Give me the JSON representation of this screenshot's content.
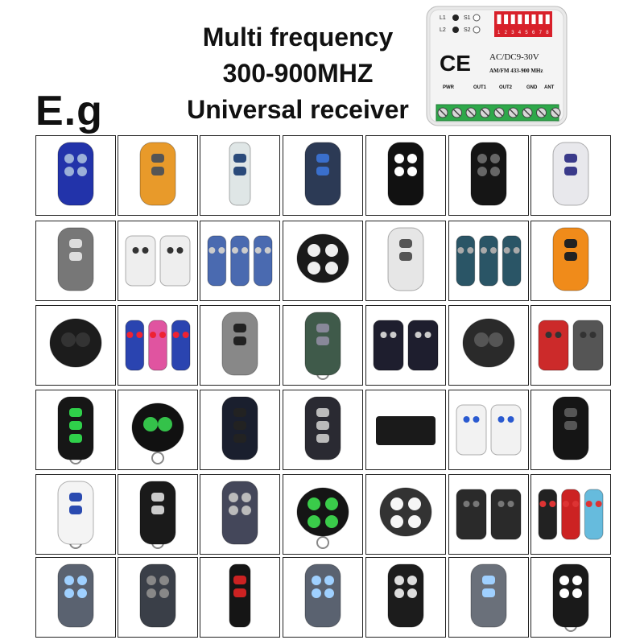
{
  "page": {
    "badge_text": "E.g",
    "headline": [
      "Multi frequency",
      "300-900MHZ",
      "Universal receiver"
    ]
  },
  "receiver": {
    "voltage_label": "AC/DC9-30V",
    "band_label": "AM/FM 433-900 MHz",
    "ce_mark": "CE",
    "led_labels": [
      "L1",
      "L2",
      "S1",
      "S2"
    ],
    "dip_labels": [
      "1",
      "2",
      "3",
      "4",
      "5",
      "6",
      "7",
      "8"
    ],
    "terminal_labels": [
      "PWR",
      "OUT1",
      "OUT2",
      "GND",
      "ANT"
    ]
  },
  "remote_grid": {
    "rows": 6,
    "cols": 7,
    "remotes": [
      {
        "kind": "blue-4",
        "body": "#2233aa",
        "btn": "#9bb0d8"
      },
      {
        "kind": "orange-2",
        "body": "#e89a2a",
        "btn": "#555"
      },
      {
        "kind": "slim-white",
        "body": "#dfe6e6",
        "btn": "#2a4a7a"
      },
      {
        "kind": "navy-2",
        "body": "#2c3a55",
        "btn": "#3a6fcc"
      },
      {
        "kind": "black-4-frame",
        "body": "#111",
        "btn": "#fff"
      },
      {
        "kind": "black-4",
        "body": "#151515",
        "btn": "#666"
      },
      {
        "kind": "white-2",
        "body": "#e8e8ec",
        "btn": "#3a3a8a"
      },
      {
        "kind": "grey-2-angled",
        "body": "#777",
        "btn": "#ddd"
      },
      {
        "kind": "white-pair",
        "body": "#eee",
        "btn": "#333"
      },
      {
        "kind": "small-blue-set",
        "body": "#4a6ab0",
        "btn": "#ccc"
      },
      {
        "kind": "black-4-round",
        "body": "#1a1a1a",
        "btn": "#eee"
      },
      {
        "kind": "white-large",
        "body": "#e6e6e6",
        "btn": "#555"
      },
      {
        "kind": "three-small",
        "body": "#2a5566",
        "btn": "#aaa"
      },
      {
        "kind": "orange-2-black",
        "body": "#f08b1a",
        "btn": "#222"
      },
      {
        "kind": "black-2-round",
        "body": "#1c1c1c",
        "btn": "#333"
      },
      {
        "kind": "rainbow-set",
        "body": "#2a44b0",
        "btn": "#e23"
      },
      {
        "kind": "dual-grey",
        "body": "#888",
        "btn": "#222"
      },
      {
        "kind": "green-transparent",
        "body": "#3f5a4a",
        "btn": "#889"
      },
      {
        "kind": "black-pair",
        "body": "#1e1e2e",
        "btn": "#ccc"
      },
      {
        "kind": "black-oval",
        "body": "#2a2a2a",
        "btn": "#555"
      },
      {
        "kind": "red-hearts",
        "body": "#cc2a2a",
        "btn": "#333"
      },
      {
        "kind": "green-3",
        "body": "#161616",
        "btn": "#2fd04a"
      },
      {
        "kind": "green-round",
        "body": "#111",
        "btn": "#34c24a"
      },
      {
        "kind": "black-3",
        "body": "#1a1f2e",
        "btn": "#222"
      },
      {
        "kind": "grey-3",
        "body": "#2a2a32",
        "btn": "#bbb"
      },
      {
        "kind": "black-flat",
        "body": "#1a1a1a",
        "btn": "#333"
      },
      {
        "kind": "white-pair-blue",
        "body": "#f2f2f2",
        "btn": "#2a5ad0"
      },
      {
        "kind": "black-stripes",
        "body": "#151515",
        "btn": "#555"
      },
      {
        "kind": "white-blue-2",
        "body": "#f4f4f4",
        "btn": "#2a4ab0"
      },
      {
        "kind": "black-2-keyring",
        "body": "#1a1a1a",
        "btn": "#ccc"
      },
      {
        "kind": "grey-4-red",
        "body": "#44475a",
        "btn": "#bbb"
      },
      {
        "kind": "green-4-round",
        "body": "#151515",
        "btn": "#3acc4a"
      },
      {
        "kind": "big-round-4",
        "body": "#333",
        "btn": "#f6f6f6"
      },
      {
        "kind": "black-grey-pair",
        "body": "#2a2a2a",
        "btn": "#777"
      },
      {
        "kind": "multi-set",
        "body": "#444",
        "btn": "#d33"
      },
      {
        "kind": "grey-blue-4",
        "body": "#5a6270",
        "btn": "#9fd0ff"
      },
      {
        "kind": "dark-4",
        "body": "#3a3f48",
        "btn": "#888"
      },
      {
        "kind": "red-black-slim",
        "body": "#151515",
        "btn": "#c22"
      },
      {
        "kind": "grey-blue-4b",
        "body": "#5a6270",
        "btn": "#9fd0ff"
      },
      {
        "kind": "small-black-4",
        "body": "#1c1c1c",
        "btn": "#ddd"
      },
      {
        "kind": "grey-blue-2",
        "body": "#6a707a",
        "btn": "#9fd0ff"
      },
      {
        "kind": "black-4-keyring",
        "body": "#1a1a1a",
        "btn": "#fff"
      }
    ]
  }
}
